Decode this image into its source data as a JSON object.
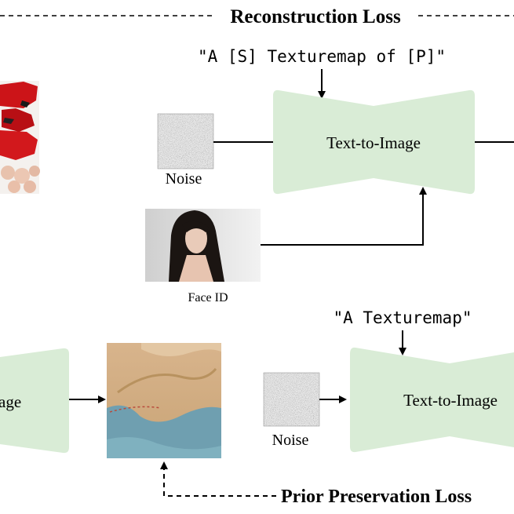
{
  "top_loss_label": "Reconstruction Loss",
  "bottom_loss_label": "Prior Preservation Loss",
  "top": {
    "prompt": "\"A [S] Texturemap of [P]\"",
    "noise_label": "Noise",
    "model_label": "Text-to-Image",
    "face_label": "Face ID"
  },
  "bottom": {
    "prompt": "\"A Texturemap\"",
    "noise_label": "Noise",
    "model_label": "Text-to-Image",
    "left_partial_label": "age"
  },
  "colors": {
    "model_fill": "#d9ecd6",
    "texture_red": "#cc1418",
    "map_sand": "#d9b98e",
    "map_sea": "#6f9fb0",
    "line": "#000000"
  }
}
